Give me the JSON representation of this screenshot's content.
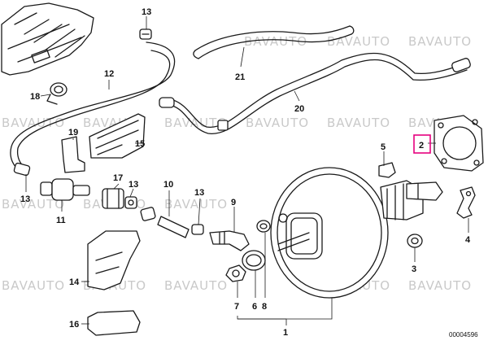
{
  "diagram": {
    "watermark": "BAVAUTO",
    "drawing_code": "00004596",
    "highlight_color": "#e6007e",
    "labels": [
      {
        "id": "lbl-13-top",
        "text": "13"
      },
      {
        "id": "lbl-21",
        "text": "21"
      },
      {
        "id": "lbl-12",
        "text": "12"
      },
      {
        "id": "lbl-18",
        "text": "18"
      },
      {
        "id": "lbl-20",
        "text": "20"
      },
      {
        "id": "lbl-19",
        "text": "19"
      },
      {
        "id": "lbl-15",
        "text": "15"
      },
      {
        "id": "lbl-2",
        "text": "2"
      },
      {
        "id": "lbl-5",
        "text": "5"
      },
      {
        "id": "lbl-13-left",
        "text": "13"
      },
      {
        "id": "lbl-11",
        "text": "11"
      },
      {
        "id": "lbl-17",
        "text": "17"
      },
      {
        "id": "lbl-13-mid",
        "text": "13"
      },
      {
        "id": "lbl-10",
        "text": "10"
      },
      {
        "id": "lbl-13-right",
        "text": "13"
      },
      {
        "id": "lbl-9",
        "text": "9"
      },
      {
        "id": "lbl-4",
        "text": "4"
      },
      {
        "id": "lbl-3",
        "text": "3"
      },
      {
        "id": "lbl-14",
        "text": "14"
      },
      {
        "id": "lbl-7",
        "text": "7"
      },
      {
        "id": "lbl-6",
        "text": "6"
      },
      {
        "id": "lbl-8",
        "text": "8"
      },
      {
        "id": "lbl-16",
        "text": "16"
      },
      {
        "id": "lbl-1",
        "text": "1"
      }
    ]
  }
}
